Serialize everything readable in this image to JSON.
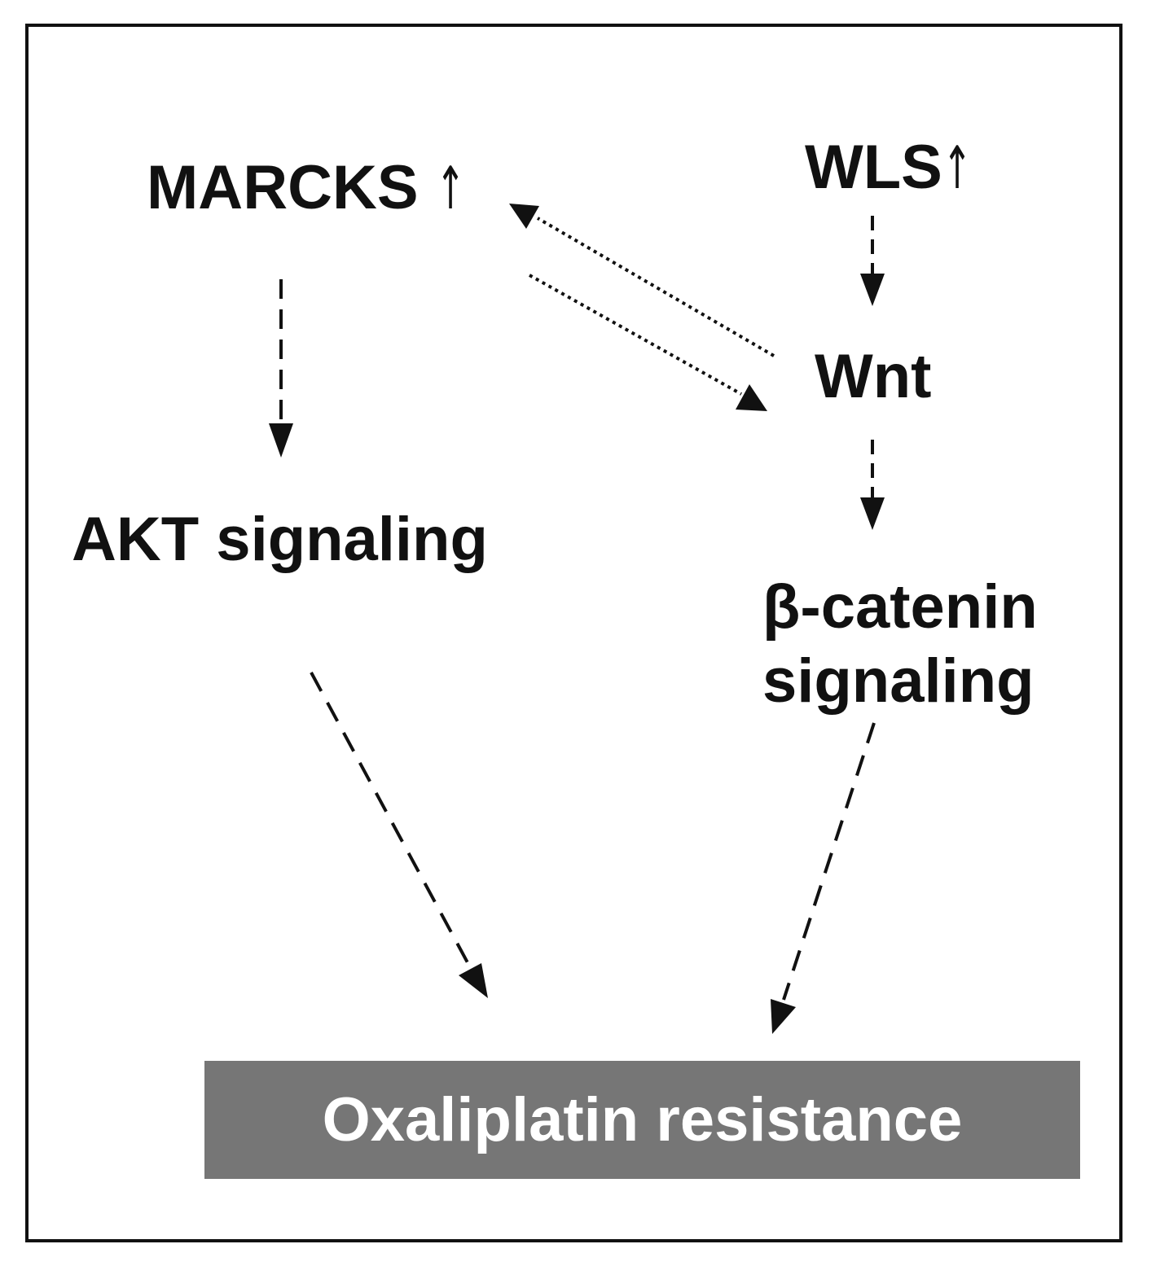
{
  "nodes": {
    "marcks": {
      "label": "MARCKS ",
      "mark": "↑"
    },
    "wls": {
      "label": "WLS",
      "mark": "↑"
    },
    "wnt": {
      "label": "Wnt"
    },
    "akt": {
      "label": "AKT signaling"
    },
    "beta_catenin": {
      "line1": "β-catenin",
      "line2": "signaling"
    },
    "result": {
      "label": "Oxaliplatin resistance"
    }
  },
  "edges": [
    {
      "from": "wls",
      "to": "wnt",
      "style": "dashed"
    },
    {
      "from": "wnt",
      "to": "marcks",
      "style": "dotted"
    },
    {
      "from": "marcks",
      "to": "wnt",
      "style": "dotted"
    },
    {
      "from": "marcks",
      "to": "akt",
      "style": "dashed"
    },
    {
      "from": "wnt",
      "to": "beta_catenin",
      "style": "dashed"
    },
    {
      "from": "akt",
      "to": "result",
      "style": "dashed"
    },
    {
      "from": "beta_catenin",
      "to": "result",
      "style": "dashed"
    }
  ],
  "colors": {
    "ink": "#111111",
    "result_box": "#767676",
    "result_text": "#ffffff"
  }
}
